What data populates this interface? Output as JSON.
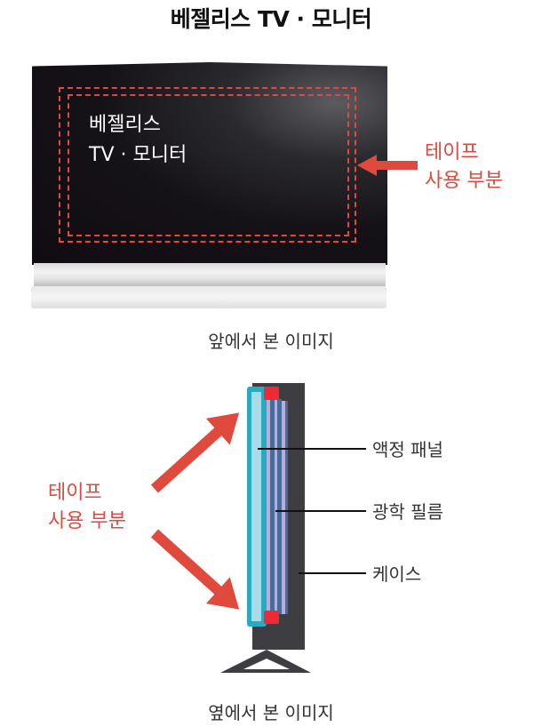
{
  "title": "베젤리스 TV · 모니터",
  "front_view": {
    "screen_text_line1": "베젤리스",
    "screen_text_line2": "TV · 모니터",
    "tape_label_line1": "테이프",
    "tape_label_line2": "사용 부분",
    "caption": "앞에서 본 이미지"
  },
  "side_view": {
    "tape_label_line1": "테이프",
    "tape_label_line2": "사용 부분",
    "parts": [
      {
        "label": "액정 패널"
      },
      {
        "label": "광학 필름"
      },
      {
        "label": "케이스"
      }
    ],
    "caption": "옆에서 본 이미지"
  },
  "colors": {
    "accent_red": "#e04a3c",
    "tape_marker": "#ed2a36",
    "panel_cyan": "#2aa9c3",
    "panel_light": "#a8dbe6",
    "film_blue": "#4a6a9a",
    "film_lavender": "#b5aed6",
    "case_dark": "#3e3d42"
  }
}
